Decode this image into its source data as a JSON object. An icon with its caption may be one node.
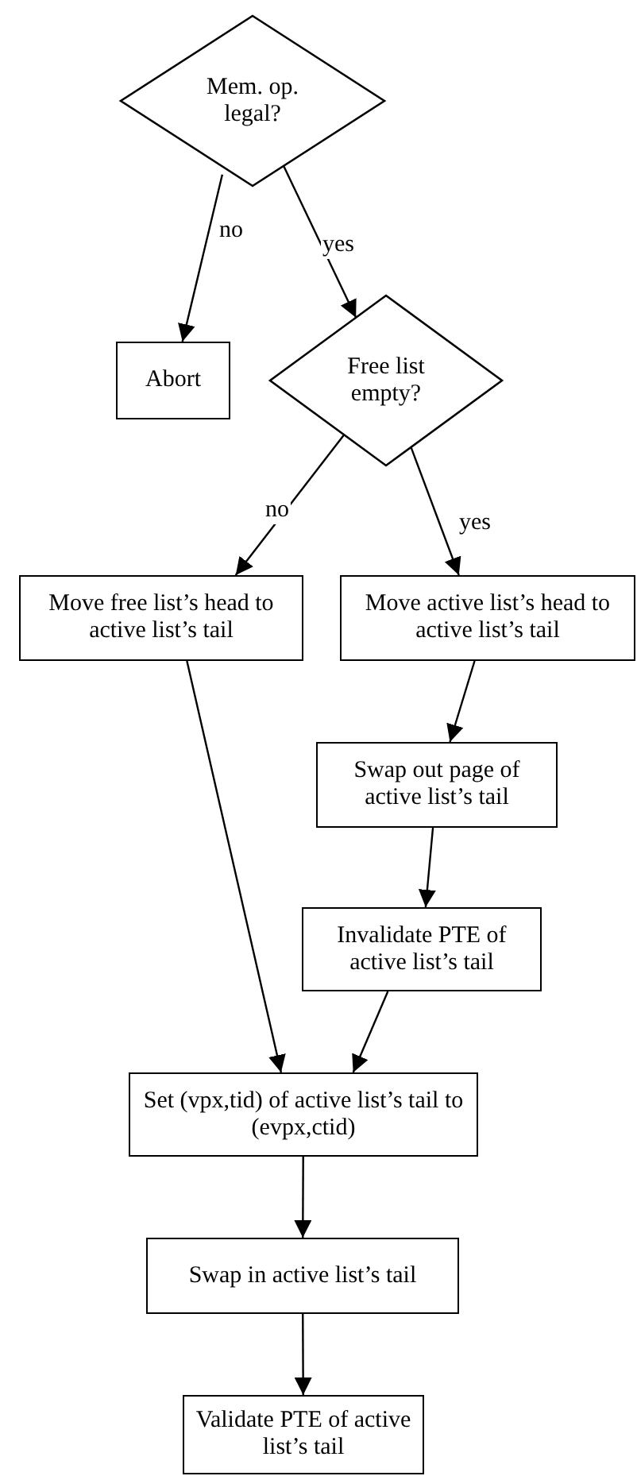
{
  "diagram": {
    "nodes": [
      {
        "text": [
          "Mem. op. legal?"
        ]
      },
      {
        "text": [
          "Abort"
        ]
      },
      {
        "text": [
          "Free list empty?"
        ]
      },
      {
        "text": [
          "Move free list’s head to active list’s tail"
        ]
      },
      {
        "text": [
          "Move active list’s head to active list’s tail"
        ]
      },
      {
        "text": [
          "Swap out page of active list’s tail"
        ]
      },
      {
        "text": [
          "Invalidate PTE of active list’s tail"
        ]
      },
      {
        "text": [
          "Set (vpx,tid) of active list’s tail to (evpx,ctid)"
        ]
      },
      {
        "text": [
          "Swap in active list’s tail"
        ]
      },
      {
        "text": [
          "Validate PTE of active list’s tail"
        ]
      }
    ],
    "edges": [
      {
        "from": 0,
        "to": 1,
        "arrow": "to",
        "label": "no"
      },
      {
        "from": 0,
        "to": 2,
        "arrow": "to",
        "label": "yes"
      },
      {
        "from": 2,
        "to": 3,
        "arrow": "to",
        "label": "no"
      },
      {
        "from": 2,
        "to": 4,
        "arrow": "to",
        "label": "yes"
      },
      {
        "from": 4,
        "to": 5,
        "arrow": "to"
      },
      {
        "from": 5,
        "to": 6,
        "arrow": "to"
      },
      {
        "from": 3,
        "to": 7,
        "arrow": "to"
      },
      {
        "from": 6,
        "to": 7,
        "arrow": "to"
      },
      {
        "from": 7,
        "to": 8,
        "arrow": "to"
      },
      {
        "from": 8,
        "to": 9,
        "arrow": "to"
      }
    ]
  }
}
